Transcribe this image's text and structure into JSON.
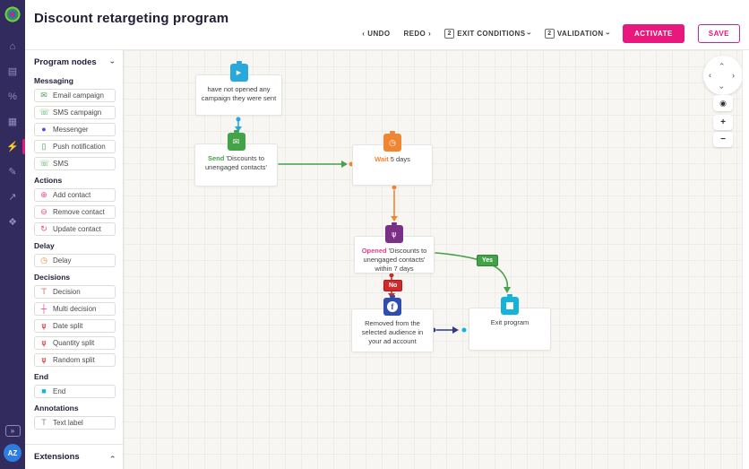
{
  "app": {
    "title": "Discount retargeting program",
    "accent_color": "#e8187d"
  },
  "toolbar": {
    "undo_label": "UNDO",
    "redo_label": "REDO",
    "exit_conditions_count": "2",
    "exit_conditions_label": "EXIT CONDITIONS",
    "validation_count": "2",
    "validation_label": "VALIDATION",
    "activate_label": "ACTIVATE",
    "save_label": "SAVE"
  },
  "rail": {
    "items": [
      {
        "name": "home-icon",
        "glyph": "⌂"
      },
      {
        "name": "contacts-icon",
        "glyph": "▤"
      },
      {
        "name": "ab-test-icon",
        "glyph": "%"
      },
      {
        "name": "campaigns-icon",
        "glyph": "▦"
      },
      {
        "name": "automation-icon",
        "glyph": "⚡",
        "active": true
      },
      {
        "name": "chats-icon",
        "glyph": "✎"
      },
      {
        "name": "analytics-icon",
        "glyph": "↗"
      },
      {
        "name": "apps-icon",
        "glyph": "❖"
      }
    ],
    "expand_glyph": "»",
    "avatar_initials": "AZ"
  },
  "sidebar": {
    "header_label": "Program nodes",
    "footer_label": "Extensions",
    "sections": [
      {
        "title": "Messaging",
        "items": [
          {
            "label": "Email campaign",
            "icon": "email-campaign-icon",
            "glyph": "✉",
            "color": "#44a248"
          },
          {
            "label": "SMS campaign",
            "icon": "sms-campaign-icon",
            "glyph": "☏",
            "color": "#44a248"
          },
          {
            "label": "Messenger",
            "icon": "messenger-icon",
            "glyph": "●",
            "color": "#5948d6"
          },
          {
            "label": "Push notification",
            "icon": "push-notification-icon",
            "glyph": "▯",
            "color": "#44a248"
          },
          {
            "label": "SMS",
            "icon": "sms-icon",
            "glyph": "☏",
            "color": "#44a248"
          }
        ]
      },
      {
        "title": "Actions",
        "items": [
          {
            "label": "Add contact",
            "icon": "add-contact-icon",
            "glyph": "⊕",
            "color": "#e8418c"
          },
          {
            "label": "Remove contact",
            "icon": "remove-contact-icon",
            "glyph": "⊖",
            "color": "#e8418c"
          },
          {
            "label": "Update contact",
            "icon": "update-contact-icon",
            "glyph": "↻",
            "color": "#e8418c"
          }
        ]
      },
      {
        "title": "Delay",
        "items": [
          {
            "label": "Delay",
            "icon": "delay-icon",
            "glyph": "◷",
            "color": "#f08632"
          }
        ]
      },
      {
        "title": "Decisions",
        "items": [
          {
            "label": "Decision",
            "icon": "decision-icon",
            "glyph": "⊤",
            "color": "#cf2b2b"
          },
          {
            "label": "Multi decision",
            "icon": "multi-decision-icon",
            "glyph": "┼",
            "color": "#e8418c"
          },
          {
            "label": "Date split",
            "icon": "date-split-icon",
            "glyph": "⋔",
            "color": "#cf2b2b"
          },
          {
            "label": "Quantity split",
            "icon": "quantity-split-icon",
            "glyph": "⋔",
            "color": "#cf2b2b"
          },
          {
            "label": "Random split",
            "icon": "random-split-icon",
            "glyph": "⋔",
            "color": "#cf2b2b"
          }
        ]
      },
      {
        "title": "End",
        "items": [
          {
            "label": "End",
            "icon": "end-icon",
            "glyph": "■",
            "color": "#14b4d8"
          }
        ]
      },
      {
        "title": "Annotations",
        "items": [
          {
            "label": "Text label",
            "icon": "text-label-icon",
            "glyph": "T",
            "color": "#8a8a8a"
          }
        ]
      }
    ]
  },
  "canvas": {
    "nodes": [
      {
        "name": "trigger-node",
        "icon": "play-icon",
        "icon_color": "#29a8db",
        "glyph": "▶",
        "text": "have not opened any campaign they were sent"
      },
      {
        "name": "email-node",
        "icon": "email-icon",
        "icon_color": "#44a248",
        "glyph": "✉",
        "prefix": "Send",
        "prefix_color": "#44a248",
        "text": "'Discounts to unengaged contacts'"
      },
      {
        "name": "wait-node",
        "icon": "clock-icon",
        "icon_color": "#f08632",
        "glyph": "◷",
        "prefix": "Wait",
        "prefix_color": "#f08632",
        "text": "5 days"
      },
      {
        "name": "decision-node",
        "icon": "split-icon",
        "icon_color": "#7b2f86",
        "glyph": "⋔",
        "prefix": "Opened",
        "prefix_color": "#e8418c",
        "text": "'Discounts to unengaged contacts' within 7 days"
      },
      {
        "name": "facebook-node",
        "icon": "facebook-icon",
        "icon_color": "#2f4daa",
        "glyph": "f",
        "text": "Removed from the selected audience in your ad account"
      },
      {
        "name": "exit-node",
        "icon": "exit-icon",
        "icon_color": "#14b4d8",
        "glyph": "",
        "text": "Exit program"
      }
    ],
    "edge_labels": {
      "yes": "Yes",
      "no": "No"
    }
  },
  "nav_controls": {
    "zoom_in": "+",
    "zoom_out": "−"
  }
}
